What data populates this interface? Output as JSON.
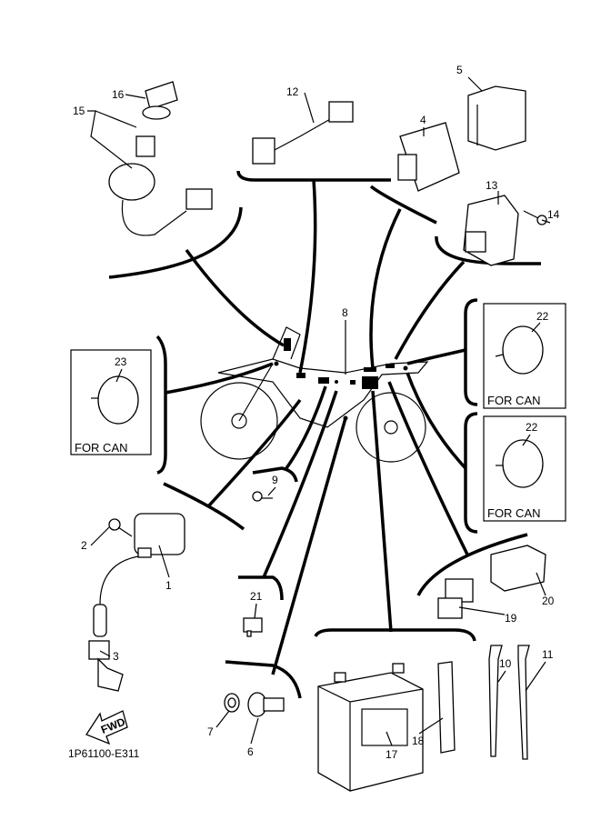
{
  "diagram_code": "1P61100-E311",
  "fwd_label": "FWD",
  "can_label": "FOR CAN",
  "callouts": {
    "p1": "1",
    "p2": "2",
    "p3": "3",
    "p4": "4",
    "p5": "5",
    "p6": "6",
    "p7": "7",
    "p8": "8",
    "p9": "9",
    "p10": "10",
    "p11": "11",
    "p12": "12",
    "p13": "13",
    "p14": "14",
    "p15": "15",
    "p16": "16",
    "p17": "17",
    "p18": "18",
    "p19": "19",
    "p20": "20",
    "p21": "21",
    "p22a": "22",
    "p22b": "22",
    "p23": "23"
  }
}
